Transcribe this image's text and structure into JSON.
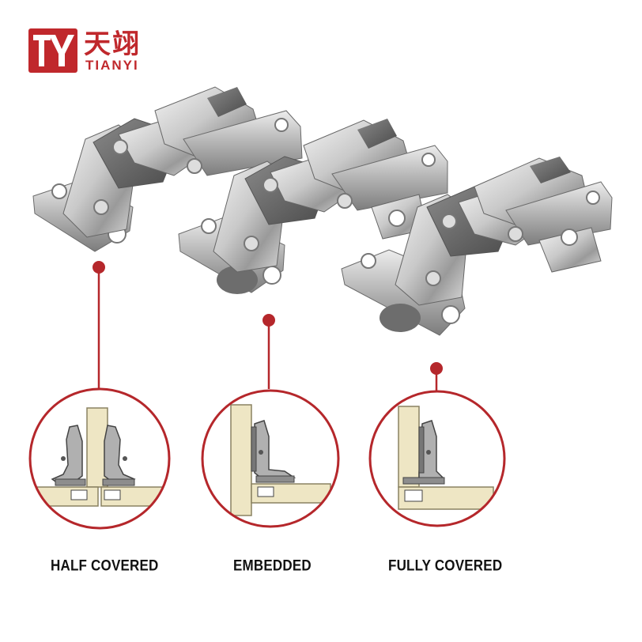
{
  "brand": {
    "logo_mark": "TY",
    "name_cn": "天翊",
    "name_en": "TIANYI",
    "color": "#c0282c"
  },
  "accent_color": "#b5272b",
  "captions": [
    {
      "label": "HALF COVERED"
    },
    {
      "label": "EMBEDDED"
    },
    {
      "label": "FULLY COVERED"
    }
  ]
}
